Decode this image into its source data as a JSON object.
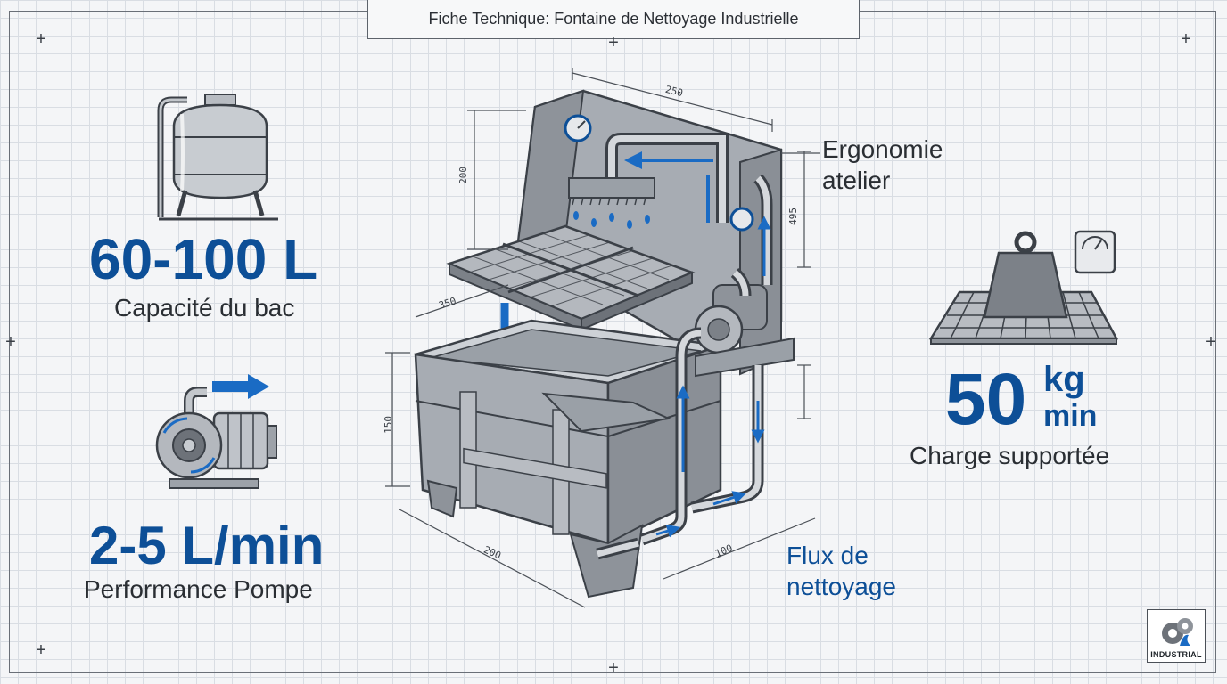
{
  "title": "Fiche Technique: Fontaine de Nettoyage Industrielle",
  "stats": {
    "capacity": {
      "value": "60-100 L",
      "label": "Capacité du bac"
    },
    "pump": {
      "value": "2-5 L/min",
      "label": "Performance Pompe"
    },
    "load": {
      "value": "50",
      "unit_top": "kg",
      "unit_bottom": "min",
      "label": "Charge supportée"
    }
  },
  "callouts": {
    "ergonomics": "Ergonomie\natelier",
    "flow": "Flux de\nnettoyage"
  },
  "dimensions": {
    "top_width": "250",
    "backboard_height": "200",
    "side_height": "495",
    "shelf_depth": "350",
    "tank_height": "150",
    "front_width": "200",
    "side_depth": "100"
  },
  "badge": {
    "text": "INDUSTRIAL"
  },
  "colors": {
    "accent_blue": "#0d4f97",
    "flow_blue": "#1a6bc4",
    "steel": "#a9aeb5",
    "outline": "#3b4047"
  }
}
